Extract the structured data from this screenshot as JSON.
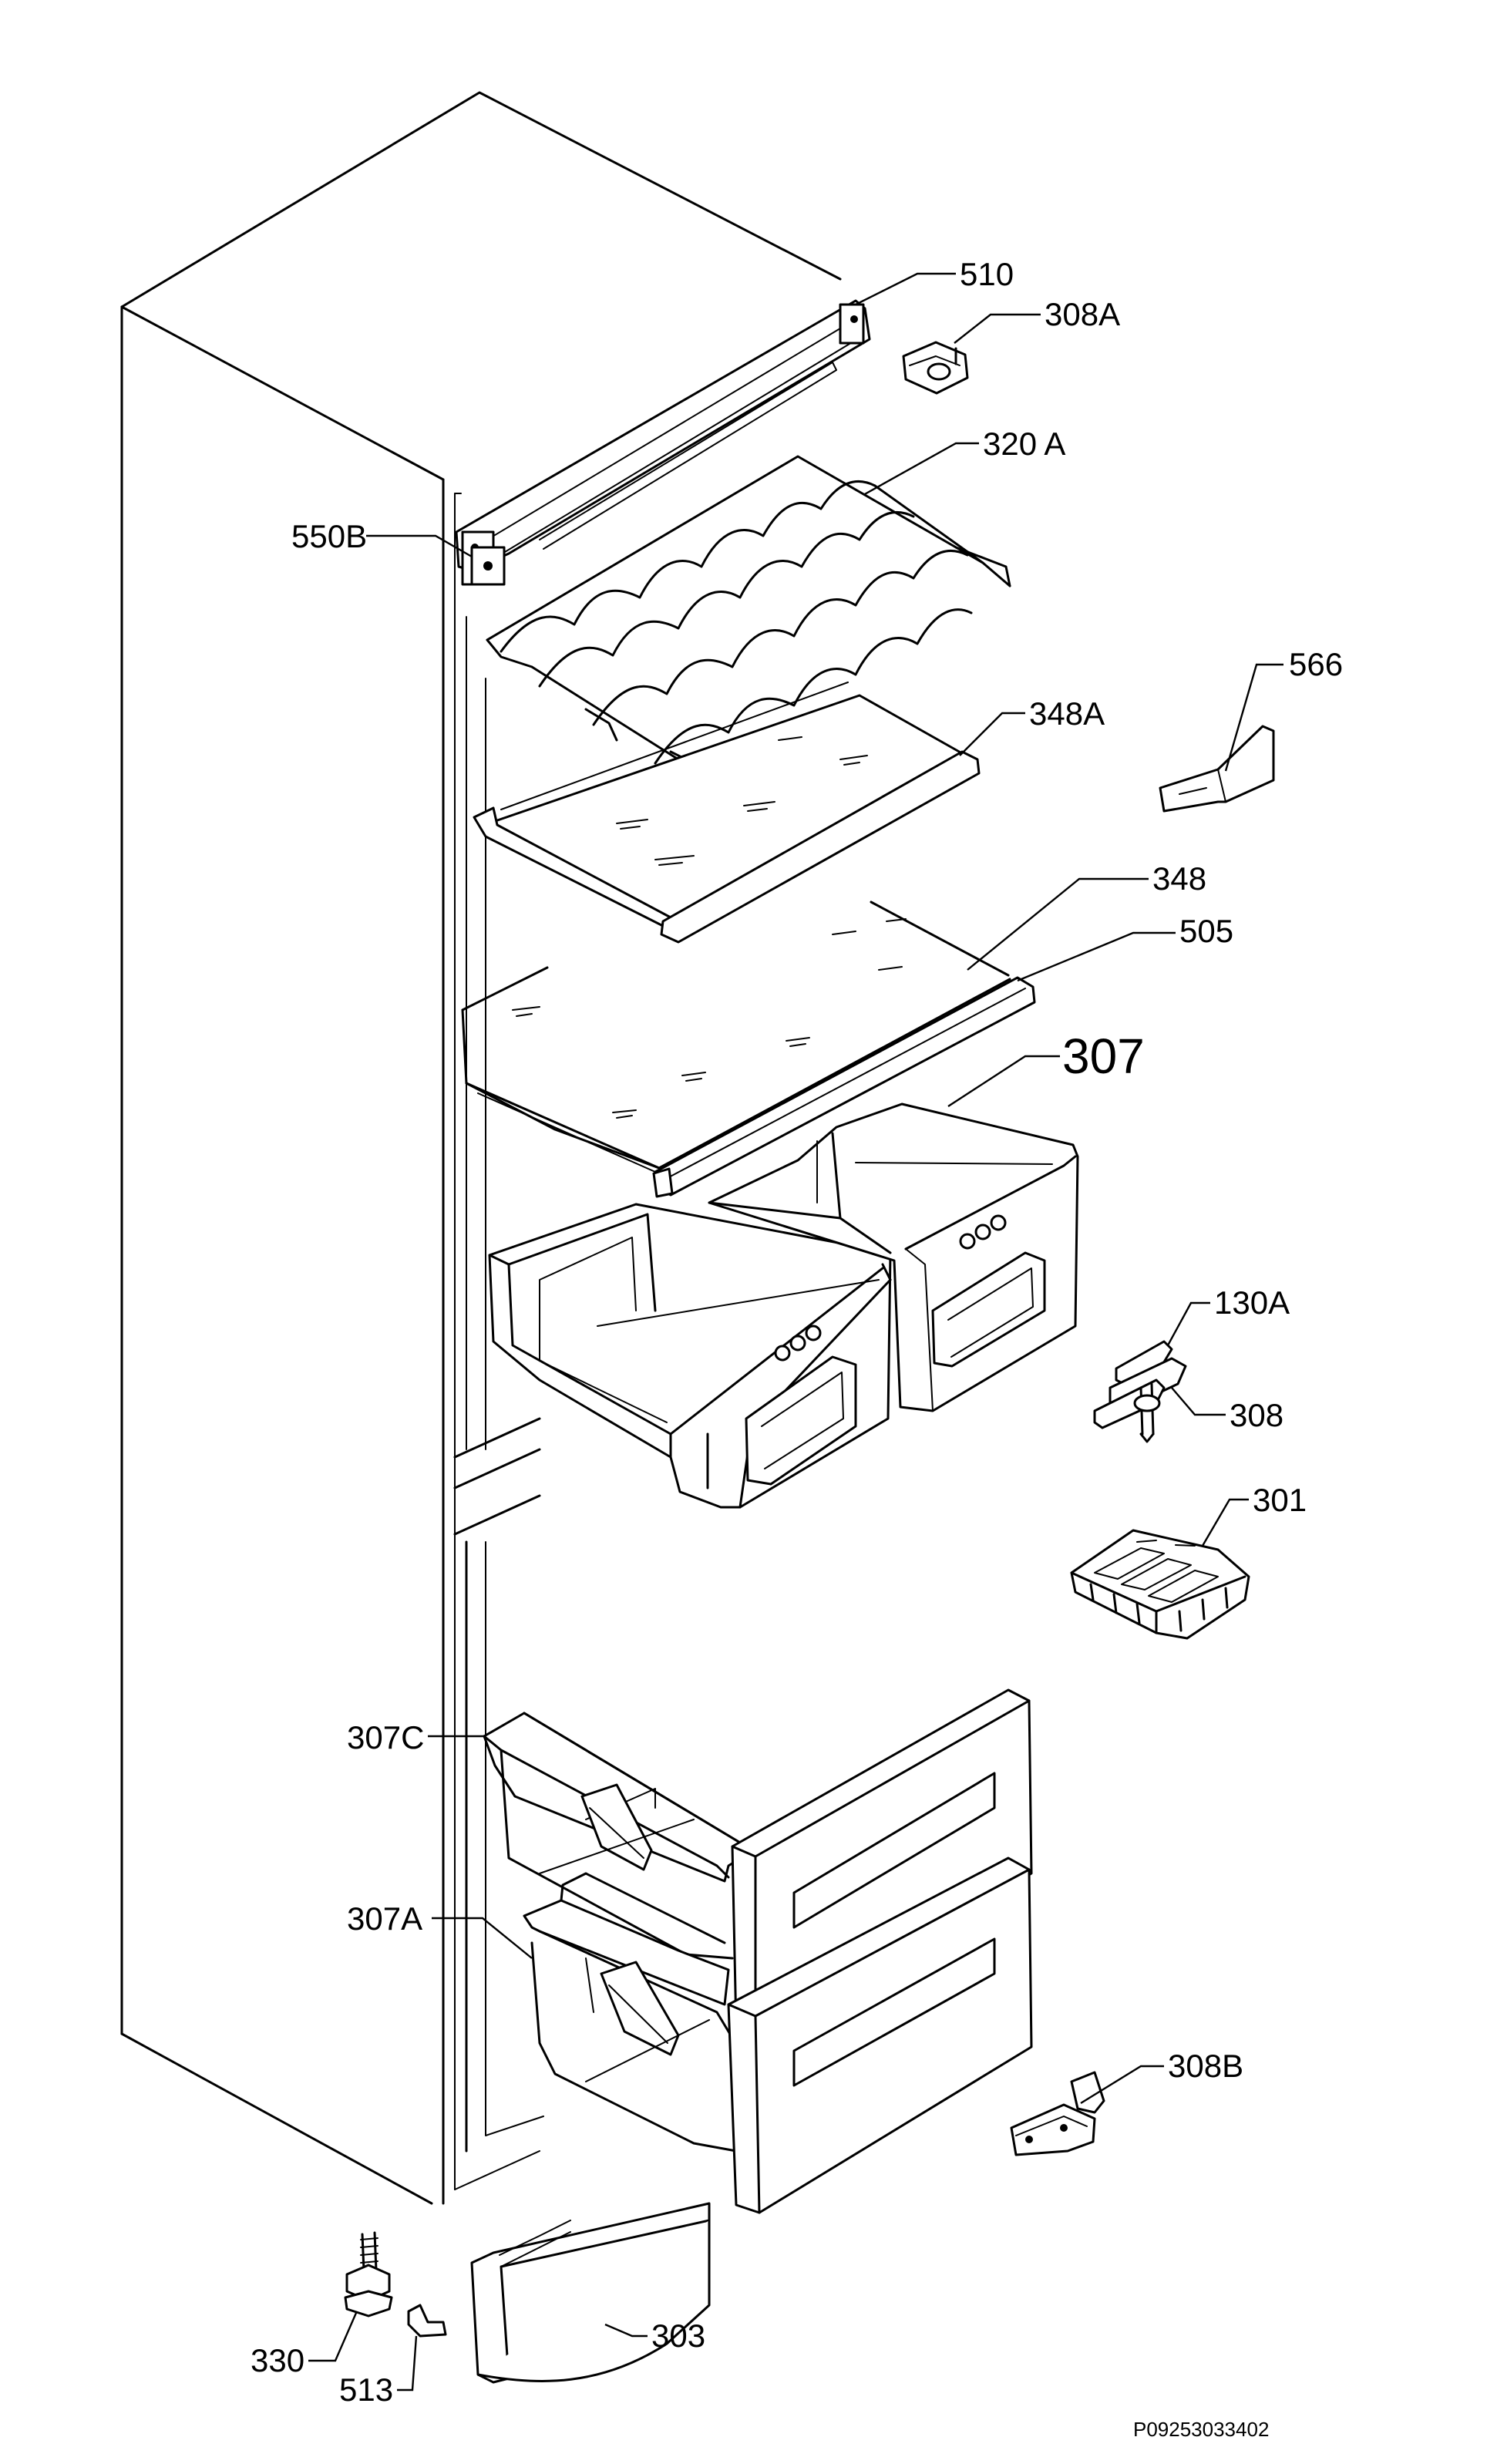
{
  "labels": {
    "p510": "510",
    "p308A": "308A",
    "p320A": "320 A",
    "p550B": "550B",
    "p566": "566",
    "p348A": "348A",
    "p348": "348",
    "p505": "505",
    "p307": "307",
    "p130A": "130A",
    "p308": "308",
    "p301": "301",
    "p307C": "307C",
    "p307A": "307A",
    "p308B": "308B",
    "p330": "330",
    "p513": "513",
    "p303": "303"
  },
  "reference_code": "P09253033402"
}
